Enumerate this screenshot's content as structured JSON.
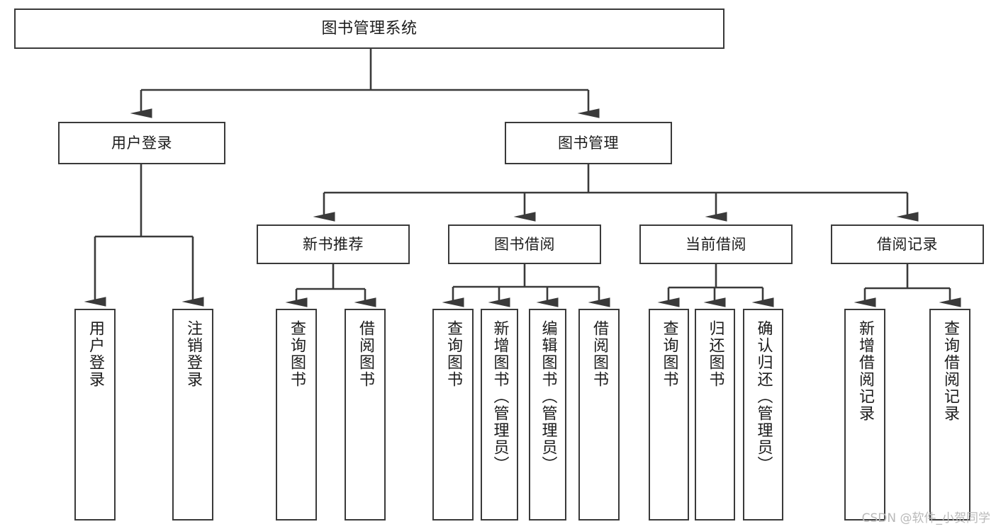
{
  "diagram": {
    "type": "tree",
    "title": "图书管理系统",
    "style": {
      "line_color": "#3a3a3a",
      "box_fill": "#ffffff",
      "text_color": "#1c1c1c"
    },
    "nodes": {
      "root": {
        "label": "图书管理系统"
      },
      "level1": [
        {
          "id": "user_login",
          "label": "用户登录"
        },
        {
          "id": "book_mgmt",
          "label": "图书管理"
        }
      ],
      "level2": [
        {
          "id": "new_book_rec",
          "label": "新书推荐"
        },
        {
          "id": "book_borrow",
          "label": "图书借阅"
        },
        {
          "id": "current_borrow",
          "label": "当前借阅"
        },
        {
          "id": "borrow_record",
          "label": "借阅记录"
        }
      ],
      "leaves": [
        {
          "id": "leaf_user_login",
          "label": "用户登录",
          "parent": "user_login"
        },
        {
          "id": "leaf_user_logout",
          "label": "注销登录",
          "parent": "user_login"
        },
        {
          "id": "leaf_query_book_1",
          "label": "查询图书",
          "parent": "new_book_rec"
        },
        {
          "id": "leaf_borrow_book_1",
          "label": "借阅图书",
          "parent": "new_book_rec"
        },
        {
          "id": "leaf_query_book_2",
          "label": "查询图书",
          "parent": "book_borrow"
        },
        {
          "id": "leaf_add_book",
          "label": "新增图书（管理员）",
          "parent": "book_borrow"
        },
        {
          "id": "leaf_edit_book",
          "label": "编辑图书（管理员）",
          "parent": "book_borrow"
        },
        {
          "id": "leaf_borrow_book_2",
          "label": "借阅图书",
          "parent": "book_borrow"
        },
        {
          "id": "leaf_query_book_3",
          "label": "查询图书",
          "parent": "current_borrow"
        },
        {
          "id": "leaf_return_book",
          "label": "归还图书",
          "parent": "current_borrow"
        },
        {
          "id": "leaf_confirm_return",
          "label": "确认归还（管理员）",
          "parent": "current_borrow"
        },
        {
          "id": "leaf_add_record",
          "label": "新增借阅记录",
          "parent": "borrow_record"
        },
        {
          "id": "leaf_query_record",
          "label": "查询借阅记录",
          "parent": "borrow_record"
        }
      ]
    }
  },
  "watermark": {
    "text": "CSDN @软件_小贺同学"
  }
}
